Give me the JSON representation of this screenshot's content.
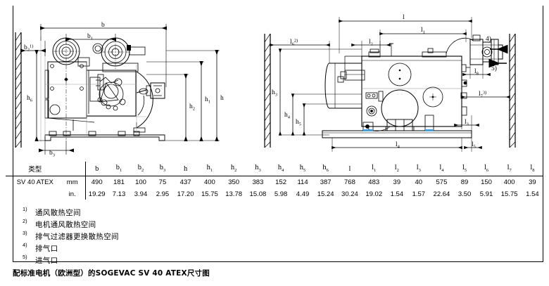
{
  "document": {
    "caption": "配标准电机（欧洲型）的SOGEVAC SV 40 ATEX尺寸图"
  },
  "drawings": {
    "left": {
      "name": "front-view",
      "labels": [
        {
          "sym": "b",
          "sub": "",
          "sup": ""
        },
        {
          "sym": "b",
          "sub": "1",
          "sup": ""
        },
        {
          "sym": "b",
          "sub": "2",
          "sup": "1)"
        },
        {
          "sym": "b",
          "sub": "3",
          "sup": ""
        },
        {
          "sym": "h",
          "sub": "",
          "sup": ""
        },
        {
          "sym": "h",
          "sub": "1",
          "sup": ""
        },
        {
          "sym": "h",
          "sub": "2",
          "sup": ""
        },
        {
          "sym": "h",
          "sub": "6",
          "sup": ""
        }
      ]
    },
    "right": {
      "name": "side-view",
      "labels": [
        {
          "sym": "l",
          "sub": "",
          "sup": ""
        },
        {
          "sym": "l",
          "sub": "1",
          "sup": ""
        },
        {
          "sym": "l",
          "sub": "2",
          "sup": ""
        },
        {
          "sym": "l",
          "sub": "3",
          "sup": ""
        },
        {
          "sym": "l",
          "sub": "4",
          "sup": ""
        },
        {
          "sym": "l",
          "sub": "5",
          "sup": ""
        },
        {
          "sym": "l",
          "sub": "6",
          "sup": "2)"
        },
        {
          "sym": "l",
          "sub": "7",
          "sup": "3)"
        },
        {
          "sym": "l",
          "sub": "8",
          "sup": ""
        },
        {
          "sym": "h",
          "sub": "3",
          "sup": ""
        },
        {
          "sym": "h",
          "sub": "4",
          "sup": ""
        },
        {
          "sym": "h",
          "sub": "5",
          "sup": ""
        }
      ],
      "callouts": [
        {
          "marker": "4)"
        },
        {
          "marker": "5)"
        }
      ]
    }
  },
  "table": {
    "type_header": "类型",
    "columns": [
      {
        "sym": "b",
        "sub": ""
      },
      {
        "sym": "b",
        "sub": "1"
      },
      {
        "sym": "b",
        "sub": "2"
      },
      {
        "sym": "b",
        "sub": "3"
      },
      {
        "sym": "h",
        "sub": ""
      },
      {
        "sym": "h",
        "sub": "1"
      },
      {
        "sym": "h",
        "sub": "2"
      },
      {
        "sym": "h",
        "sub": "3"
      },
      {
        "sym": "h",
        "sub": "4"
      },
      {
        "sym": "h",
        "sub": "5"
      },
      {
        "sym": "h",
        "sub": "6"
      },
      {
        "sym": "l",
        "sub": ""
      },
      {
        "sym": "l",
        "sub": "1"
      },
      {
        "sym": "l",
        "sub": "2"
      },
      {
        "sym": "l",
        "sub": "3"
      },
      {
        "sym": "l",
        "sub": "4"
      },
      {
        "sym": "l",
        "sub": "5"
      },
      {
        "sym": "l",
        "sub": "6"
      },
      {
        "sym": "l",
        "sub": "7"
      },
      {
        "sym": "l",
        "sub": "8"
      }
    ],
    "rows": [
      {
        "type": "SV 40 ATEX",
        "unit": "mm",
        "values": [
          "490",
          "181",
          "100",
          "75",
          "437",
          "400",
          "350",
          "383",
          "152",
          "114",
          "387",
          "768",
          "483",
          "39",
          "40",
          "575",
          "89",
          "150",
          "400",
          "39"
        ]
      },
      {
        "type": "",
        "unit": "in.",
        "values": [
          "19.29",
          "7.13",
          "3.94",
          "2.95",
          "17.20",
          "15.75",
          "13.78",
          "15.08",
          "5.98",
          "4.49",
          "15.24",
          "30.24",
          "19.02",
          "1.54",
          "1.57",
          "22.64",
          "3.50",
          "5.91",
          "15.75",
          "1.54"
        ]
      }
    ]
  },
  "footnotes": [
    {
      "num": "1)",
      "text": "通风散热空间"
    },
    {
      "num": "2)",
      "text": "电机通风散热空间"
    },
    {
      "num": "3)",
      "text": "排气过滤器更换散热空间"
    },
    {
      "num": "4)",
      "text": "排气口"
    },
    {
      "num": "5)",
      "text": "进气口"
    }
  ]
}
